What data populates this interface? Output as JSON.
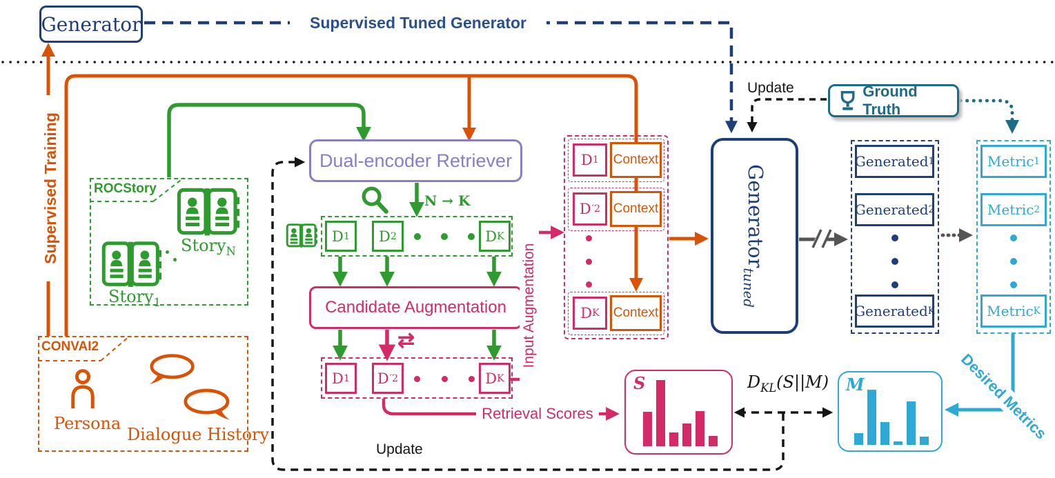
{
  "colors": {
    "navy": "#1e3d7b",
    "navy_label": "#2a4f8f",
    "orange": "#d95306",
    "green": "#2e9b2e",
    "purple": "#8b7cc8",
    "pink": "#d42a68",
    "cyan": "#2ea8d5",
    "teal": "#1d6b85",
    "gray": "#555555",
    "black": "#151515"
  },
  "generator_box": {
    "label": "Generator"
  },
  "supervised_tuned_generator_label": "Supervised Tuned Generator",
  "supervised_training_label": "Supervised Training",
  "rocstory": {
    "tab": "ROCStory",
    "story_1": {
      "main": "Story",
      "sub": "1"
    },
    "story_n": {
      "main": "Story",
      "sub": "N"
    }
  },
  "convai2": {
    "tab": "CONVAI2",
    "persona": "Persona",
    "dialogue_history": "Dialogue History"
  },
  "retriever": {
    "label": "Dual-encoder Retriever",
    "n_to_k": "N → K"
  },
  "retrieved_docs": {
    "d1": {
      "main": "D",
      "sub": "1"
    },
    "d2": {
      "main": "D",
      "sub": "2"
    },
    "dk": {
      "main": "D",
      "sub": "K"
    }
  },
  "candidate_augmentation": {
    "label": "Candidate Augmentation"
  },
  "augmented_docs": {
    "d1": {
      "main": "D",
      "sub": "1"
    },
    "d2p": {
      "main": "D",
      "prime": "′",
      "sub": "2"
    },
    "dk": {
      "main": "D",
      "sub": "K"
    }
  },
  "input_augmentation_label": "Input Augmentation",
  "retrieval_scores_label": "Retrieval Scores",
  "context_rows": {
    "row1": {
      "d": {
        "main": "D",
        "sub": "1"
      },
      "context": "Context"
    },
    "row2": {
      "d": {
        "main": "D",
        "prime": "′",
        "sub": "2"
      },
      "context": "Context"
    },
    "row3": {
      "d": {
        "main": "D",
        "sub": "K"
      },
      "context": "Context"
    }
  },
  "generator_tuned": {
    "main": "Generator",
    "sub": "tuned"
  },
  "update_top_label": "Update",
  "update_bottom_label": "Update",
  "ground_truth": {
    "label": "Ground Truth"
  },
  "generated_column": {
    "g1": {
      "main": "Generated",
      "sub": "1"
    },
    "g2": {
      "main": "Generated",
      "sub": "2"
    },
    "gk": {
      "main": "Generated",
      "sub": "K"
    }
  },
  "metric_column": {
    "m1": {
      "main": "Metric",
      "sub": "1"
    },
    "m2": {
      "main": "Metric",
      "sub": "2"
    },
    "mk": {
      "main": "Metric",
      "sub": "K"
    }
  },
  "desired_metrics_label": "Desired Metrics",
  "dkl": {
    "main": "D",
    "sub": "KL",
    "rest": "(S||M)"
  },
  "swap_icon_glyph": "⇄",
  "charts": {
    "s": {
      "label": "S",
      "bars": [
        50,
        96,
        20,
        33,
        51,
        15
      ]
    },
    "m": {
      "label": "M",
      "bars": [
        17,
        80,
        33,
        5,
        63,
        12
      ]
    }
  }
}
